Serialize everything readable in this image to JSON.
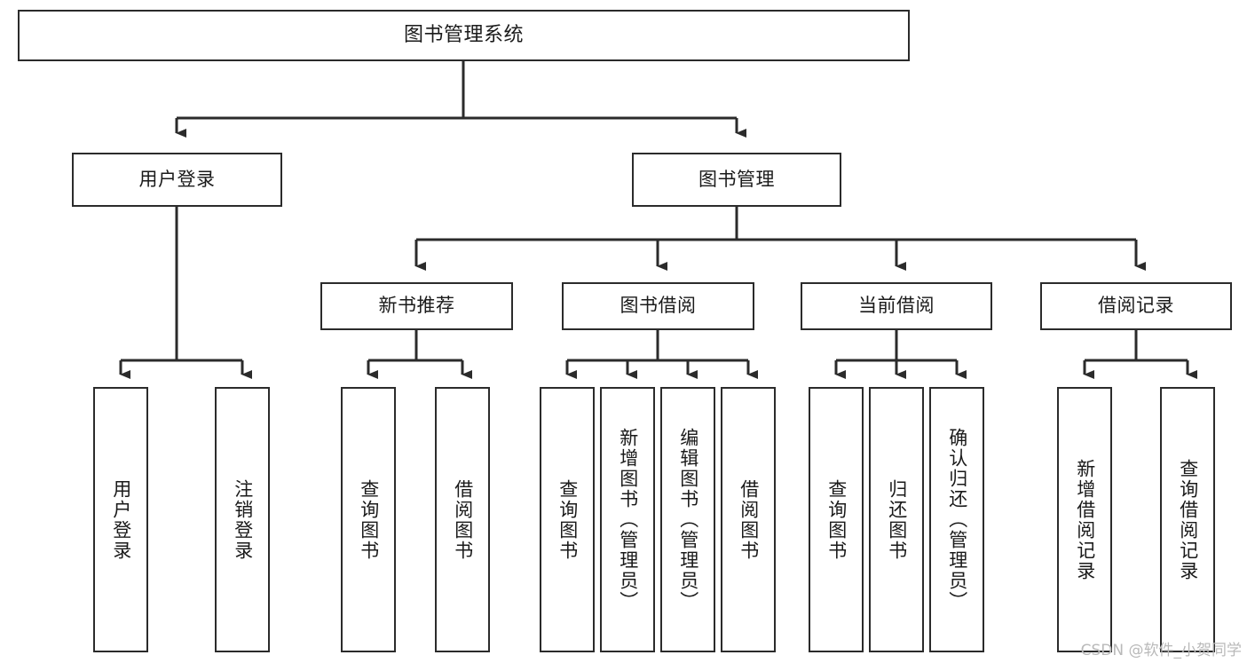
{
  "diagram": {
    "type": "tree-hierarchy",
    "title": "图书管理系统",
    "watermark": "CSDN @软件_小贺同学",
    "colors": {
      "box_border": "#2b2b2b",
      "box_fill": "#ffffff",
      "connector": "#2b2b2b",
      "text": "#1a1a1a",
      "watermark": "#b9b9b9",
      "background": "#ffffff"
    },
    "nodes": {
      "root": {
        "label": "图书管理系统"
      },
      "level1": [
        {
          "label": "用户登录"
        },
        {
          "label": "图书管理"
        }
      ],
      "level2": [
        {
          "label": "新书推荐"
        },
        {
          "label": "图书借阅"
        },
        {
          "label": "当前借阅"
        },
        {
          "label": "借阅记录"
        }
      ],
      "leaves": {
        "user_login": [
          {
            "label": "用户登录"
          },
          {
            "label": "注销登录"
          }
        ],
        "new_book_recommend": [
          {
            "label": "查询图书"
          },
          {
            "label": "借阅图书"
          }
        ],
        "book_borrow": [
          {
            "label": "查询图书"
          },
          {
            "label": "新增图书（管理员）"
          },
          {
            "label": "编辑图书（管理员）"
          },
          {
            "label": "借阅图书"
          }
        ],
        "current_borrow": [
          {
            "label": "查询图书"
          },
          {
            "label": "归还图书"
          },
          {
            "label": "确认归还（管理员）"
          }
        ],
        "borrow_record": [
          {
            "label": "新增借阅记录"
          },
          {
            "label": "查询借阅记录"
          }
        ]
      }
    }
  }
}
